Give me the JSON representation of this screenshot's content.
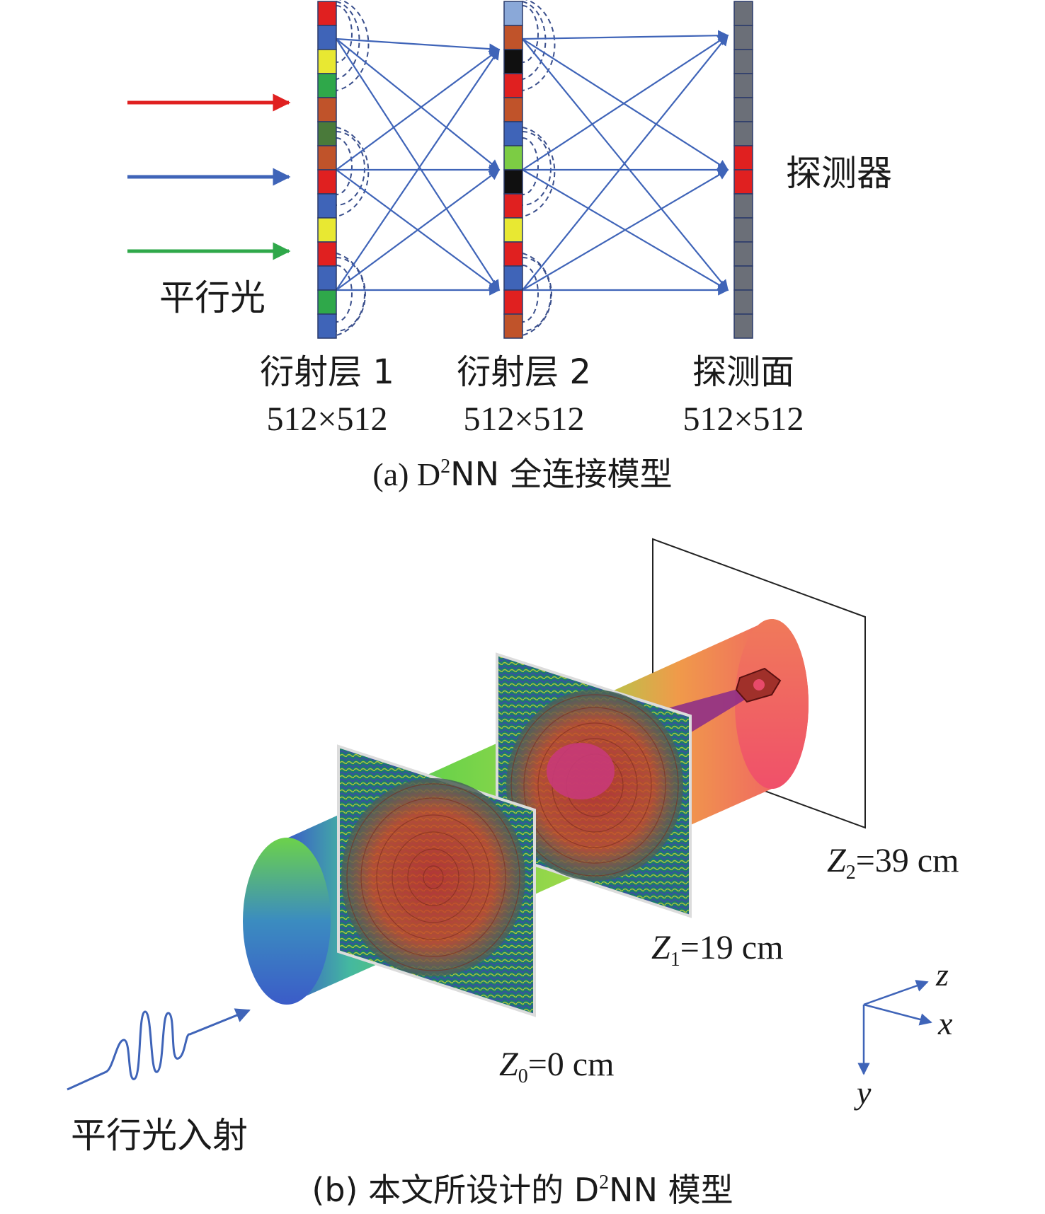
{
  "panel_a": {
    "input_label": "平行光",
    "input_arrow_colors": [
      "#e02020",
      "#3f64b8",
      "#2fa84a"
    ],
    "detector_label": "探测器",
    "layers": [
      {
        "name": "衍射层 1",
        "size": "512×512"
      },
      {
        "name": "衍射层 2",
        "size": "512×512"
      },
      {
        "name": "探测面",
        "size": "512×512"
      }
    ],
    "layer1_cells": [
      "#e02020",
      "#3f64b8",
      "#e8e832",
      "#2fa84a",
      "#c0532a",
      "#4a7a3a",
      "#c0532a",
      "#e02020",
      "#3f64b8",
      "#e8e832",
      "#e02020",
      "#3f64b8",
      "#2fa84a",
      "#3f64b8"
    ],
    "layer2_cells": [
      "#8aa8d8",
      "#c0532a",
      "#101010",
      "#e02020",
      "#c0532a",
      "#3f64b8",
      "#7ccc44",
      "#101010",
      "#e02020",
      "#e8e832",
      "#e02020",
      "#3f64b8",
      "#e02020",
      "#c0532a"
    ],
    "detector_cells": [
      "#6b6f78",
      "#6b6f78",
      "#6b6f78",
      "#6b6f78",
      "#6b6f78",
      "#6b6f78",
      "#e02020",
      "#e02020",
      "#6b6f78",
      "#6b6f78",
      "#6b6f78",
      "#6b6f78",
      "#6b6f78",
      "#6b6f78"
    ],
    "caption_prefix": "(a) D",
    "caption_sup": "2",
    "caption_suffix": "NN 全连接模型"
  },
  "panel_b": {
    "input_label": "平行光入射",
    "z0": {
      "var": "Z",
      "sub": "0",
      "rest": "=0 cm"
    },
    "z1": {
      "var": "Z",
      "sub": "1",
      "rest": "=19 cm"
    },
    "z2": {
      "var": "Z",
      "sub": "2",
      "rest": "=39 cm"
    },
    "axes": {
      "z": "z",
      "x": "x",
      "y": "y"
    },
    "caption_prefix": "(b) 本文所设计的 D",
    "caption_sup": "2",
    "caption_suffix": "NN 模型"
  },
  "colors": {
    "arrow_blue": "#3f64b8",
    "dash_blue": "#3a4f8c"
  }
}
